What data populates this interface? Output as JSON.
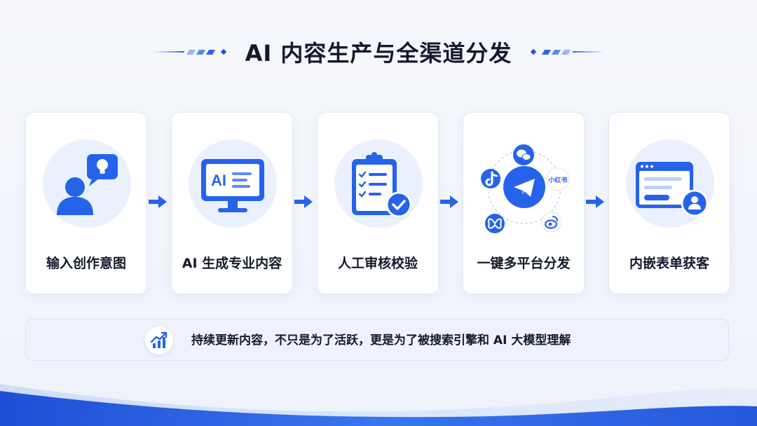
{
  "title": "AI 内容生产与全渠道分发",
  "steps": [
    {
      "label": "输入创作意图",
      "icon": "user-idea-icon"
    },
    {
      "label": "AI 生成专业内容",
      "icon": "ai-monitor-icon",
      "icon_text": "AI"
    },
    {
      "label": "人工审核校验",
      "icon": "checklist-clipboard-icon"
    },
    {
      "label": "一键多平台分发",
      "icon": "telegram-send-icon",
      "platform_text": "小红书"
    },
    {
      "label": "内嵌表单获客",
      "icon": "form-window-user-icon"
    }
  ],
  "banner": {
    "icon": "growth-chart-icon",
    "text": "持续更新内容，不只是为了活跃，更是为了被搜索引擎和 AI 大模型理解"
  },
  "colors": {
    "accent": "#2563eb",
    "accent_dark": "#1f55d8",
    "icon_bg": "#eaf0fd",
    "title": "#14192c"
  }
}
